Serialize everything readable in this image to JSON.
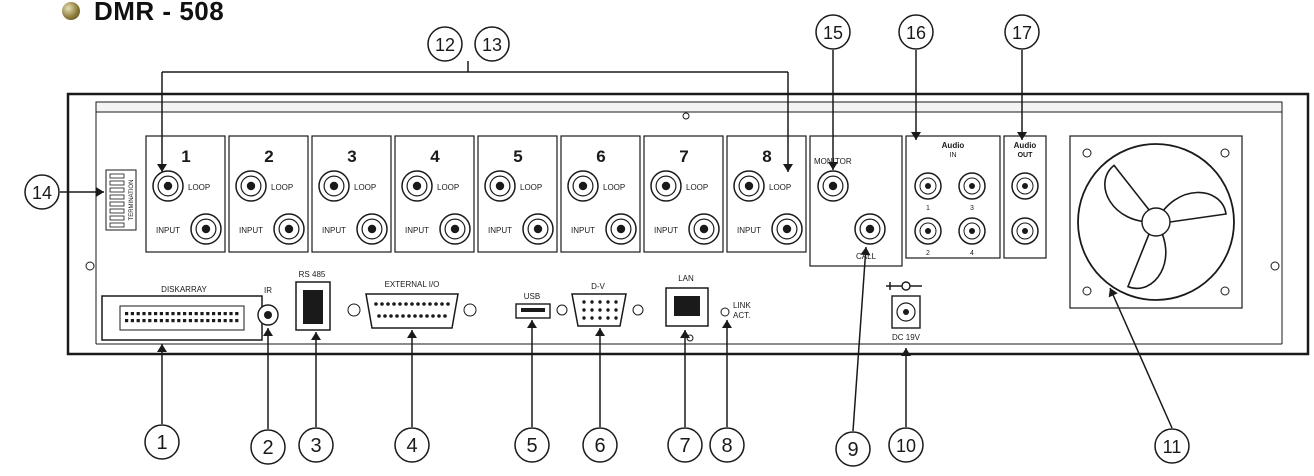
{
  "title": "DMR - 508",
  "channels": [
    "1",
    "2",
    "3",
    "4",
    "5",
    "6",
    "7",
    "8"
  ],
  "labels": {
    "loop": "LOOP",
    "input": "INPUT",
    "monitor": "MONITOR",
    "call": "CALL",
    "audio_in": [
      "Audio",
      "IN"
    ],
    "audio_out": [
      "Audio",
      "OUT"
    ],
    "audio_in_numbers": [
      "1",
      "3",
      "2",
      "4"
    ],
    "diskarray": "DISKARRAY",
    "ir": "IR",
    "rs485": "RS 485",
    "external_io": "EXTERNAL I/O",
    "usb": "USB",
    "dsub": "D-V",
    "lan": "LAN",
    "link_act": [
      "LINK",
      "ACT."
    ],
    "dc": "DC 19V",
    "termination": "TERMINATION"
  },
  "callouts": [
    "1",
    "2",
    "3",
    "4",
    "5",
    "6",
    "7",
    "8",
    "9",
    "10",
    "11",
    "12",
    "13",
    "14",
    "15",
    "16",
    "17"
  ],
  "colors": {
    "ink": "#1a1a1a",
    "panel": "#f4f4f4",
    "paper": "#ffffff",
    "bullet": "#8d7c3a"
  }
}
